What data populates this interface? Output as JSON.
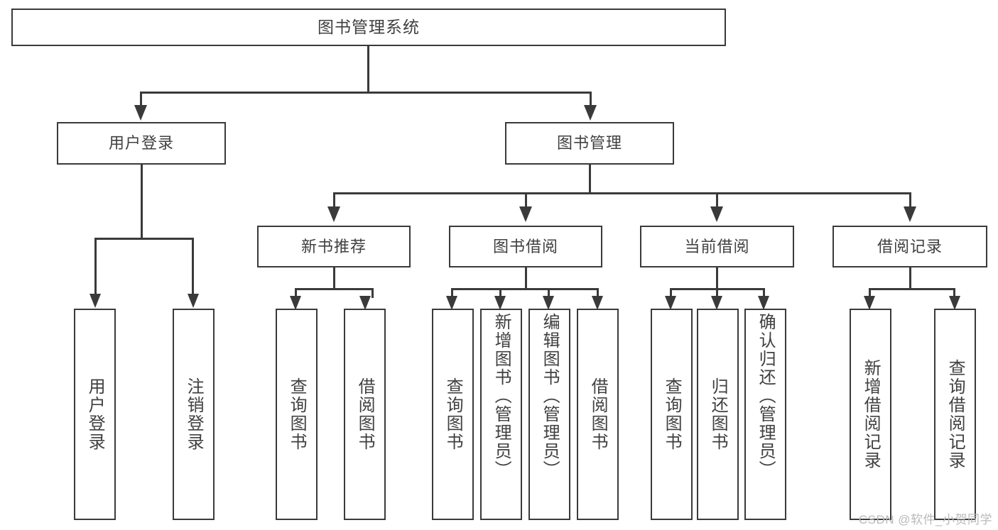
{
  "diagram": {
    "title": "图书管理系统",
    "type": "tree-hierarchy-diagram",
    "root": {
      "label": "图书管理系统"
    },
    "level2": [
      {
        "label": "用户登录"
      },
      {
        "label": "图书管理"
      }
    ],
    "level3": [
      {
        "label": "新书推荐"
      },
      {
        "label": "图书借阅"
      },
      {
        "label": "当前借阅"
      },
      {
        "label": "借阅记录"
      }
    ],
    "leaves": {
      "user_login": [
        {
          "label": "用户登录"
        },
        {
          "label": "注销登录"
        }
      ],
      "new_book": [
        {
          "label": "查询图书"
        },
        {
          "label": "借阅图书"
        }
      ],
      "book_borrow": [
        {
          "label": "查询图书"
        },
        {
          "label": "新增图书（管理员）"
        },
        {
          "label": "编辑图书（管理员）"
        },
        {
          "label": "借阅图书"
        }
      ],
      "current_borrow": [
        {
          "label": "查询图书"
        },
        {
          "label": "归还图书"
        },
        {
          "label": "确认归还（管理员）"
        }
      ],
      "borrow_record": [
        {
          "label": "新增借阅记录"
        },
        {
          "label": "查询借阅记录"
        }
      ]
    }
  },
  "watermark": {
    "text": "CSDN @软件_小贺同学"
  },
  "colors": {
    "stroke": "#3a3a3a",
    "text": "#404040",
    "background": "#ffffff",
    "watermark": "#b9b9b9"
  }
}
